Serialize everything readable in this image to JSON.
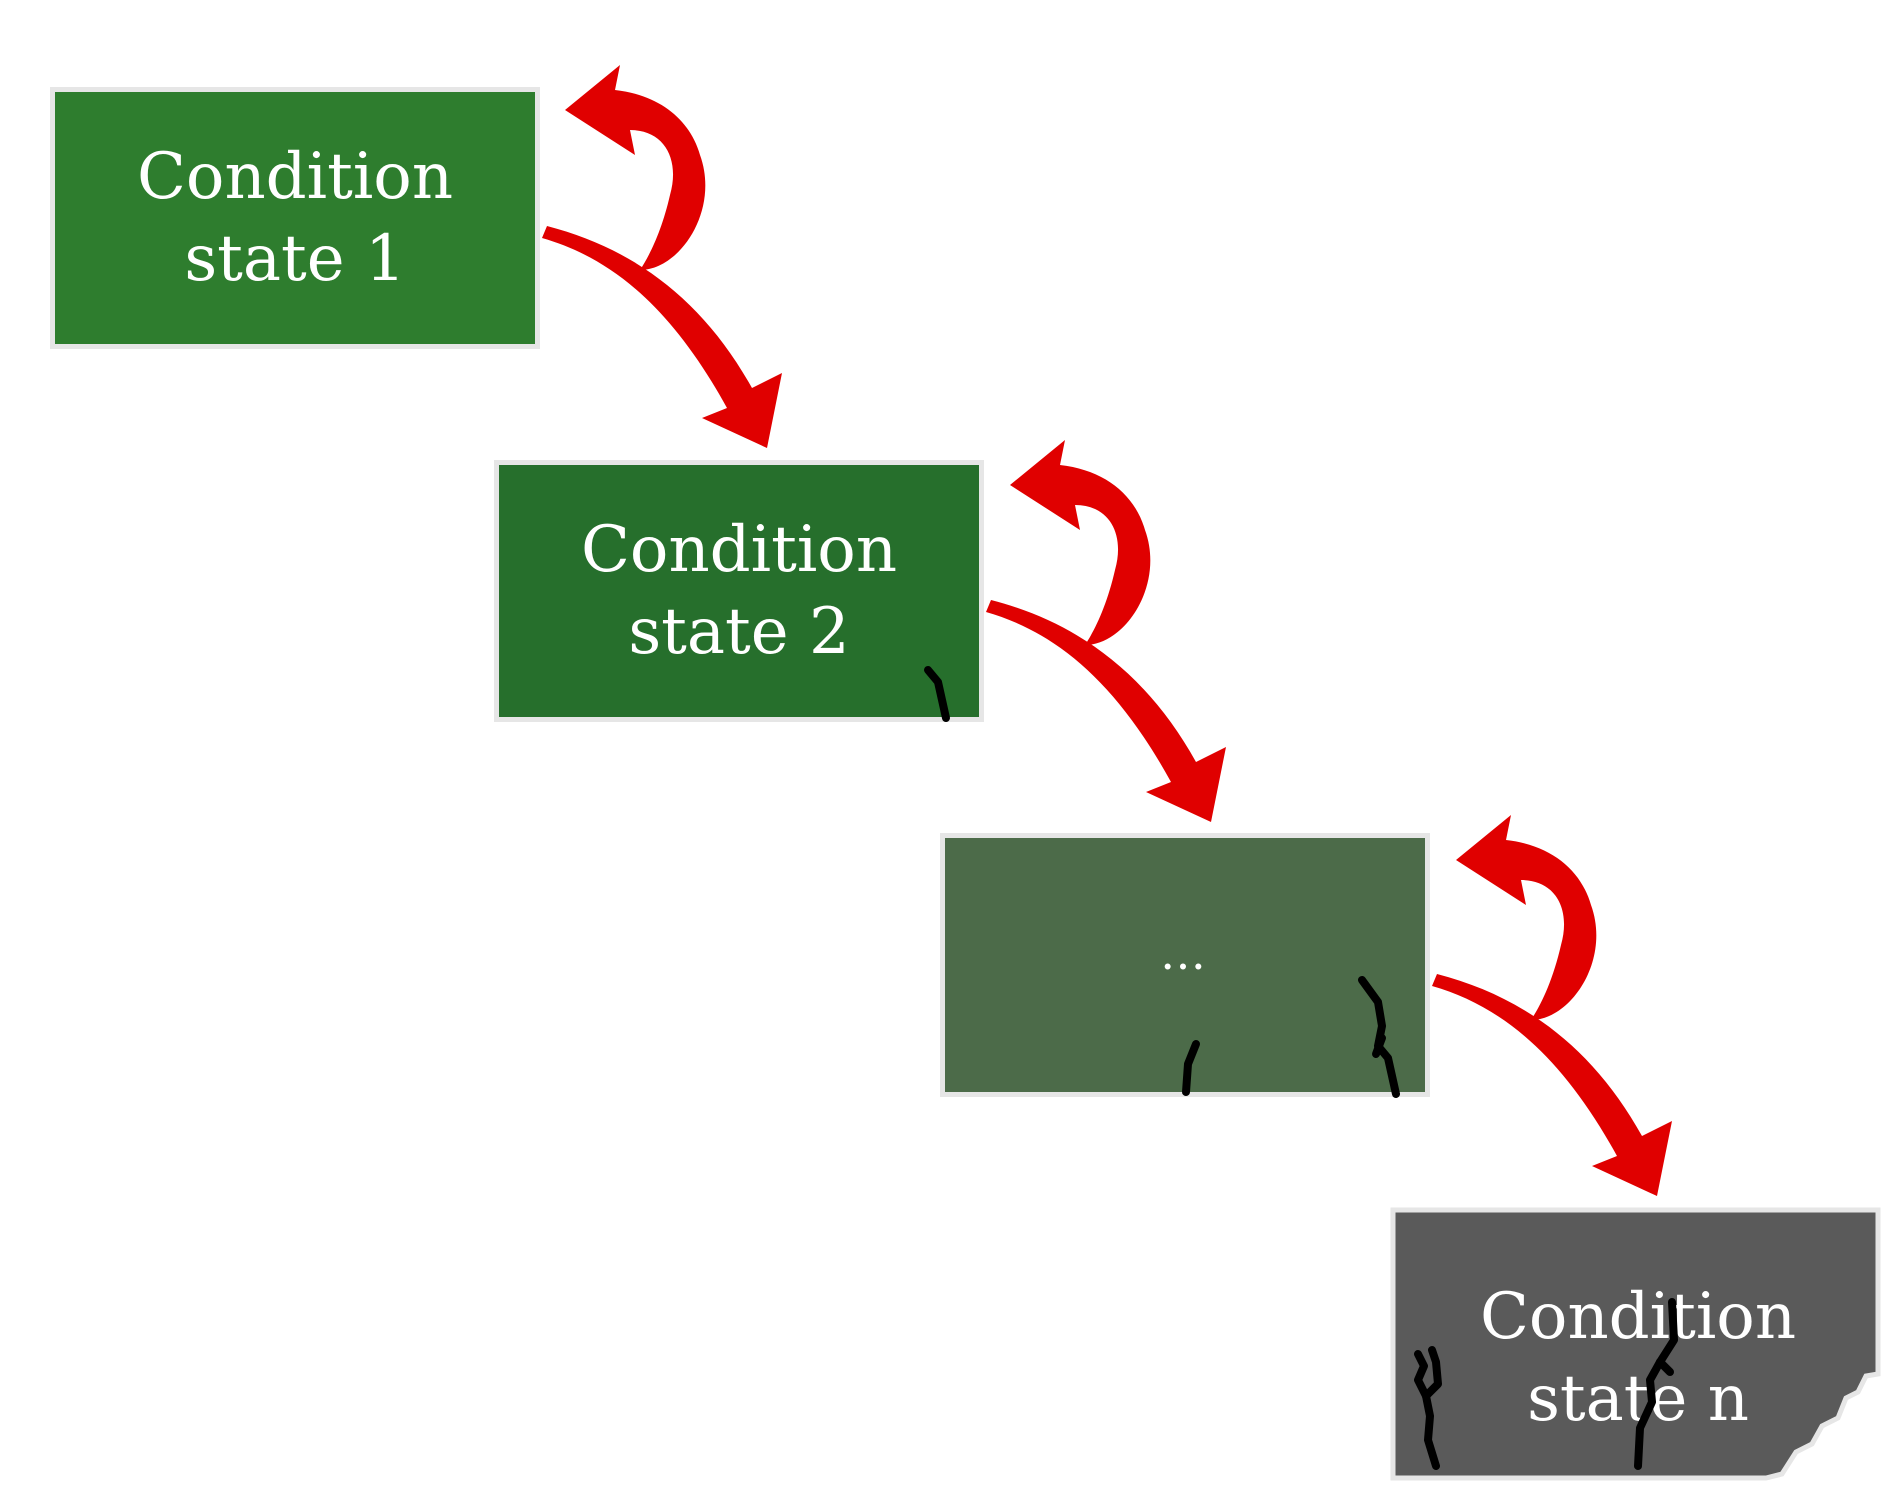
{
  "diagram": {
    "states": [
      {
        "label": "Condition\nstate 1",
        "color": "#2e7d2e"
      },
      {
        "label": "Condition\nstate 2",
        "color": "#266f2c"
      },
      {
        "label": "…",
        "color": "#4c6b49"
      },
      {
        "label": "Condition\nstate n",
        "color": "#5a5a5a"
      }
    ],
    "arrow_color": "#e00000",
    "crack_color": "#000000",
    "border_color": "#e6e6e6"
  }
}
